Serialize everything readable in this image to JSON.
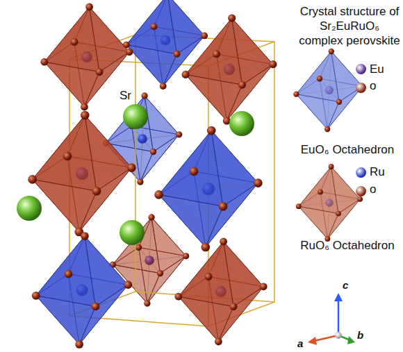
{
  "diagram": {
    "title": "Crystal structure of Sr₂EuRuO₆ complex perovskite",
    "labels": [
      "Sr",
      "c",
      "a",
      "b"
    ],
    "legend": [
      {
        "text": "Eu",
        "color": "#5b2d96"
      },
      {
        "text": "o",
        "color": "#8e2a12"
      },
      {
        "text": "EuO₆ Octahedron"
      },
      {
        "text": "Ru",
        "color": "#2438c8"
      },
      {
        "text": "o",
        "color": "#8e2a12"
      },
      {
        "text": "RuO₆ Octahedron"
      }
    ]
  }
}
